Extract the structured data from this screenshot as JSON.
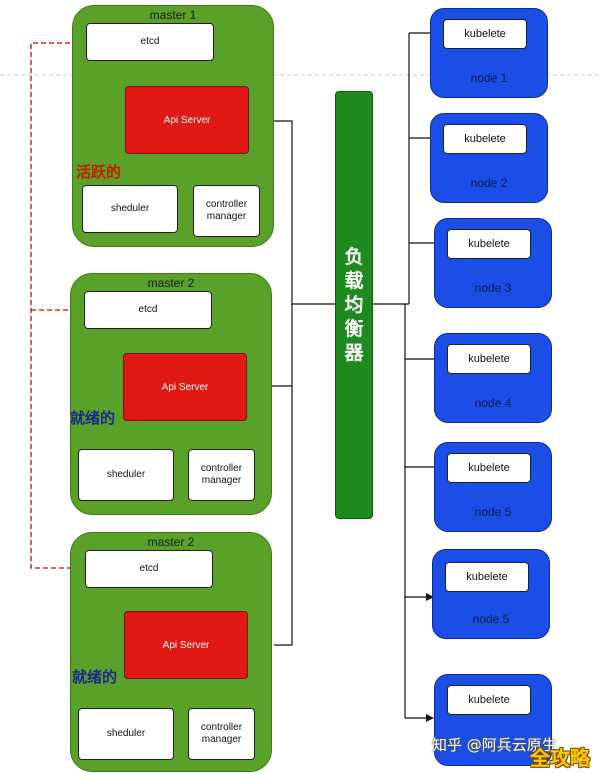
{
  "masters": [
    {
      "title": "master 1",
      "etcd": "etcd",
      "api": "Api Server",
      "scheduler": "sheduler",
      "controller": "controller manager",
      "state": "活跃的",
      "state_color": "#cc1a00"
    },
    {
      "title": "master 2",
      "etcd": "etcd",
      "api": "Api Server",
      "scheduler": "sheduler",
      "controller": "controller manager",
      "state": "就绪的",
      "state_color": "#1a2a8a"
    },
    {
      "title": "master 2",
      "etcd": "etcd",
      "api": "Api Server",
      "scheduler": "sheduler",
      "controller": "controller manager",
      "state": "就绪的",
      "state_color": "#1a2a8a"
    }
  ],
  "load_balancer": {
    "label": "负载均衡器",
    "color": "#1e8a1e"
  },
  "nodes": [
    {
      "kubelet": "kubelete",
      "label": "node 1"
    },
    {
      "kubelet": "kubelete",
      "label": "node 2"
    },
    {
      "kubelet": "kubelete",
      "label": "node 3"
    },
    {
      "kubelet": "kubelete",
      "label": "node 4"
    },
    {
      "kubelet": "kubelete",
      "label": "node 5"
    },
    {
      "kubelet": "kubelete",
      "label": "node 5"
    },
    {
      "kubelet": "kubelete",
      "label": ""
    }
  ],
  "watermark": "知乎 @阿兵云原生",
  "corner_logo": "全攻略",
  "colors": {
    "master_green": "#5aa12a",
    "api_red": "#e01a12",
    "node_blue": "#1a4ee6",
    "etcd_link_red": "#cc0000"
  }
}
